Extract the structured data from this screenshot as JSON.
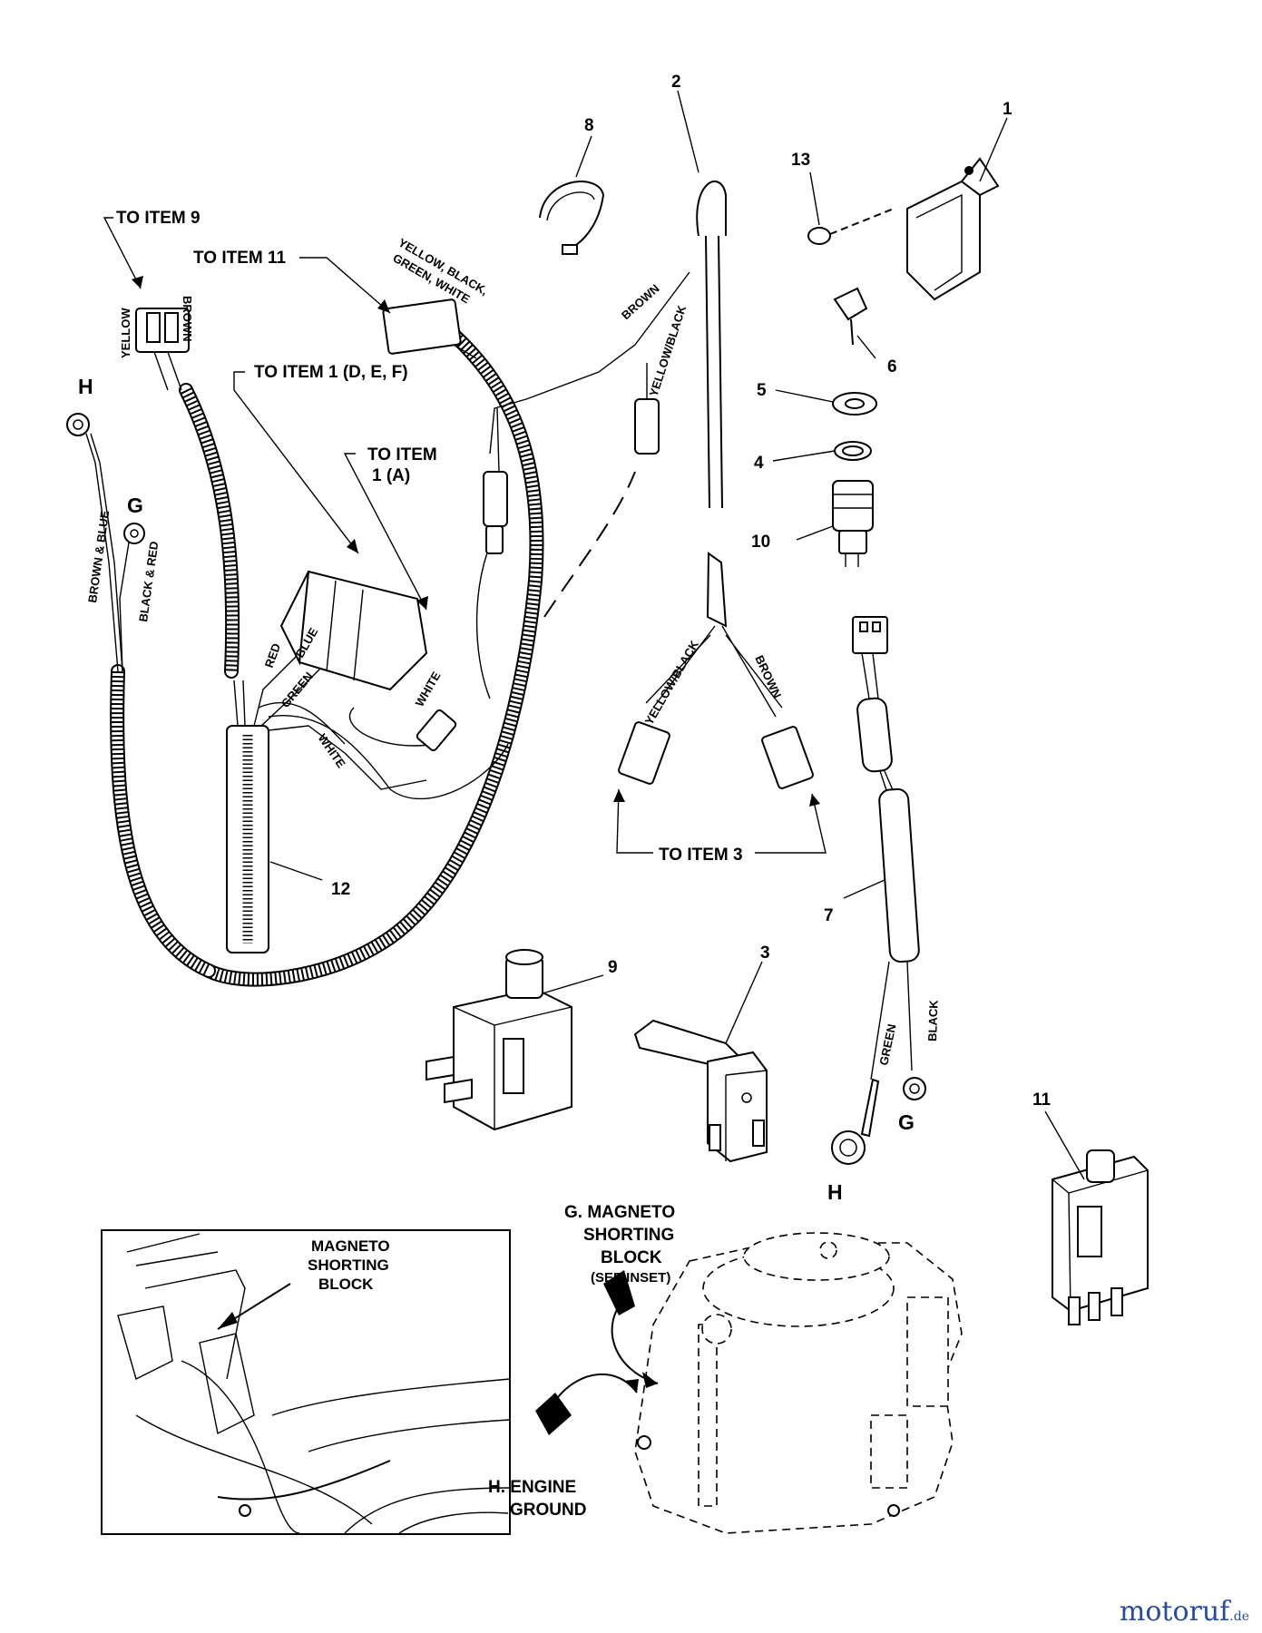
{
  "callouts": {
    "c1": "1",
    "c2": "2",
    "c3": "3",
    "c4": "4",
    "c5": "5",
    "c6": "6",
    "c7": "7",
    "c8": "8",
    "c9": "9",
    "c10": "10",
    "c11": "11",
    "c12": "12",
    "c13": "13"
  },
  "notes": {
    "to_item_9": "TO ITEM 9",
    "to_item_11": "TO ITEM 11",
    "to_item_1_def": "TO ITEM 1 (D, E, F)",
    "to_item_1a_line1": "TO ITEM",
    "to_item_1a_line2": "1 (A)",
    "to_item_3": "TO ITEM 3",
    "g_magneto_line1": "G. MAGNETO",
    "g_magneto_line2": "SHORTING",
    "g_magneto_line3": "BLOCK",
    "g_magneto_line4": "(SEE INSET)",
    "h_engine_line1": "H. ENGINE",
    "h_engine_line2": "GROUND",
    "inset_line1": "MAGNETO",
    "inset_line2": "SHORTING",
    "inset_line3": "BLOCK"
  },
  "terminals": {
    "h_left": "H",
    "g_left": "G",
    "g_right": "G",
    "h_right": "H"
  },
  "wires": {
    "yellow_black_green_white_1": "YELLOW, BLACK,",
    "yellow_black_green_white_2": "GREEN, WHITE",
    "yellow": "YELLOW",
    "brown": "BROWN",
    "brown_and_blue": "BROWN & BLUE",
    "black_and_red": "BLACK & RED",
    "red": "RED",
    "blue": "BLUE",
    "green": "GREEN",
    "white": "WHITE",
    "yellow_black": "YELLOW/BLACK",
    "black": "BLACK"
  },
  "watermark": {
    "name": "motoruf",
    "suffix": ".de",
    "color": "#2a4a9a"
  }
}
